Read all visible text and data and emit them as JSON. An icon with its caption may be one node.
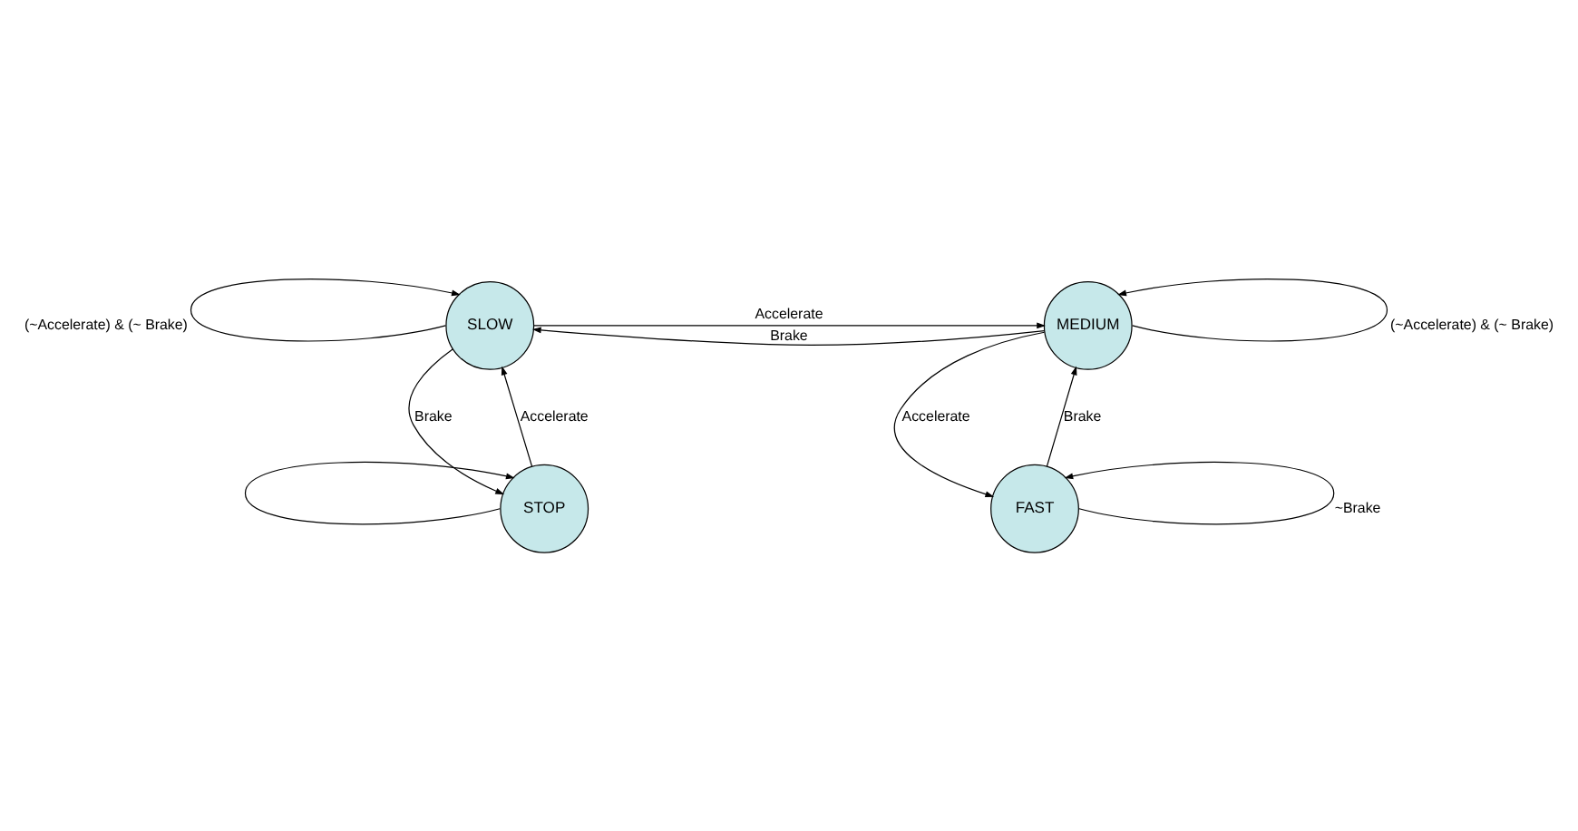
{
  "diagram": {
    "nodes": [
      {
        "text": [
          "SLOW"
        ]
      },
      {
        "text": [
          "MEDIUM"
        ]
      },
      {
        "text": [
          "STOP"
        ]
      },
      {
        "text": [
          "FAST"
        ]
      }
    ],
    "edges": [
      {
        "from": 0,
        "to": 0,
        "arrow": "to",
        "label": "(~Accelerate) & (~ Brake)"
      },
      {
        "from": 1,
        "to": 1,
        "arrow": "to",
        "label": "(~Accelerate) & (~ Brake)"
      },
      {
        "from": 0,
        "to": 1,
        "arrow": "to",
        "label": "Accelerate"
      },
      {
        "from": 1,
        "to": 0,
        "arrow": "to",
        "label": "Brake"
      },
      {
        "from": 2,
        "to": 0,
        "arrow": "to",
        "label": "Accelerate"
      },
      {
        "from": 0,
        "to": 2,
        "arrow": "to",
        "label": "Brake"
      },
      {
        "from": 1,
        "to": 3,
        "arrow": "to",
        "label": "Accelerate"
      },
      {
        "from": 3,
        "to": 1,
        "arrow": "to",
        "label": "Brake"
      },
      {
        "from": 2,
        "to": 2,
        "arrow": "to"
      },
      {
        "from": 3,
        "to": 3,
        "arrow": "to",
        "label": "~Brake"
      }
    ]
  }
}
